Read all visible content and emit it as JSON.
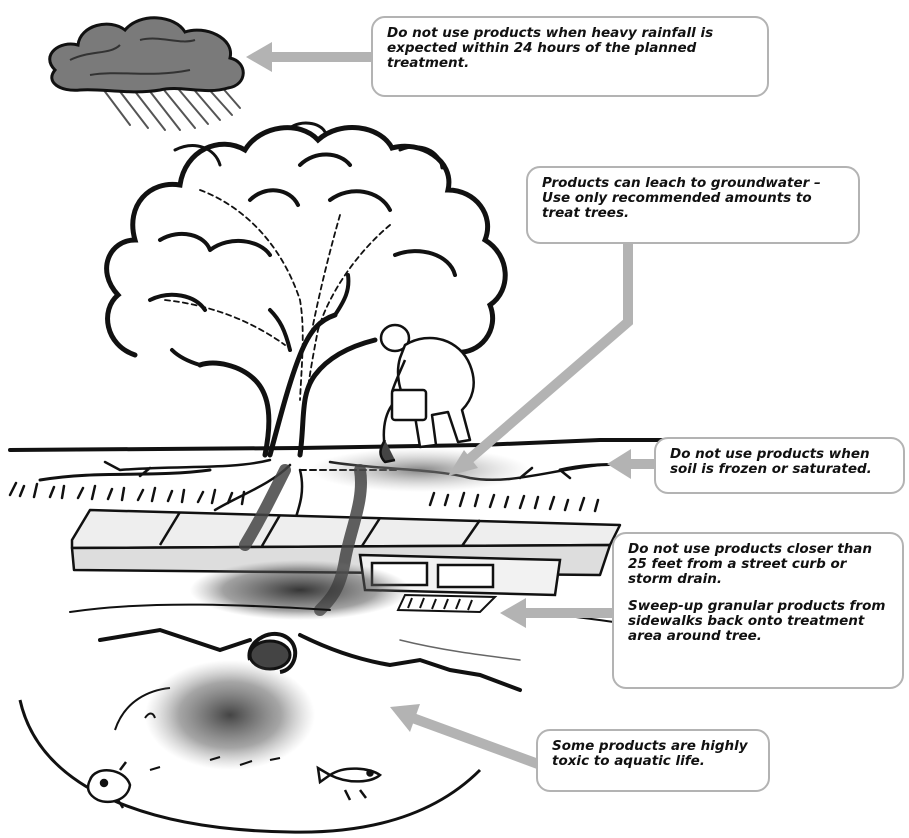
{
  "callouts": {
    "rainfall": "Do not use products when heavy rainfall is expected within 24 hours of the planned treatment.",
    "groundwater": "Products can leach to groundwater – Use only recommended amounts to treat trees.",
    "frozen_soil": "Do not use products when soil is frozen or saturated.",
    "curb_distance": "Do not use products closer than 25 feet from a street curb or storm drain.",
    "sweep_up": "Sweep-up granular products from sidewalks back onto treatment area around tree.",
    "aquatic": "Some products are highly toxic to aquatic life."
  },
  "colors": {
    "arrow": "#b3b3b3",
    "callout_border": "#b3b3b3",
    "ink": "#111111",
    "runoff": "#555555"
  }
}
